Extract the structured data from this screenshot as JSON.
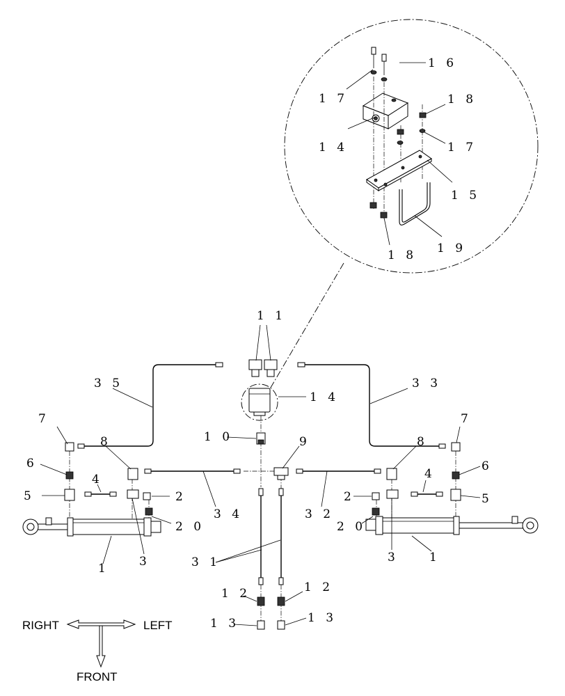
{
  "labels": {
    "p1": "1",
    "p2": "2",
    "p3": "3",
    "p4": "4",
    "p5": "5",
    "p6": "6",
    "p7": "7",
    "p8": "8",
    "p9": "9",
    "p10": "1 0",
    "p11": "1 1",
    "p12": "1 2",
    "p13": "1 3",
    "p14": "1 4",
    "p15": "1 5",
    "p16": "1 6",
    "p17": "1 7",
    "p18": "1 8",
    "p19": "1 9",
    "p20": "2 0",
    "p31": "3 1",
    "p32": "3 2",
    "p33": "3 3",
    "p34": "3 4",
    "p35": "3 5"
  },
  "directions": {
    "right": "RIGHT",
    "left": "LEFT",
    "front": "FRONT"
  }
}
